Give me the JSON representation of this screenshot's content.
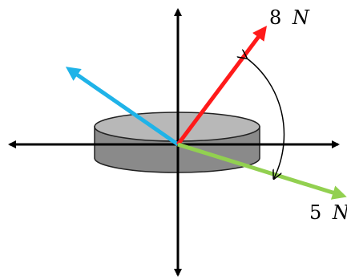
{
  "diagram": {
    "forces": [
      {
        "id": "red",
        "magnitude_label": "8",
        "unit_label": "N",
        "color": "#ff1a1a"
      },
      {
        "id": "green",
        "magnitude_label": "5",
        "unit_label": "N",
        "color": "#92d050"
      },
      {
        "id": "blue",
        "magnitude_label": "",
        "unit_label": "",
        "color": "#1fb3e8"
      }
    ],
    "axis_color": "#000000",
    "disk_top_color": "#b8b8b8",
    "disk_side_color": "#8a8a8a",
    "disk_outline_color": "#222222",
    "angle_arc_color": "#000000"
  }
}
